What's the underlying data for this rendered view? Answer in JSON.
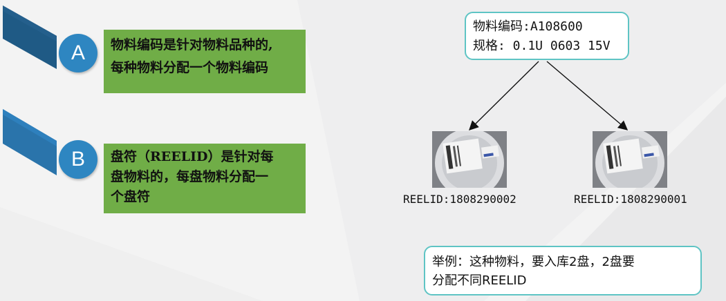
{
  "colors": {
    "ribbon_dark": "#1f5a85",
    "ribbon_light": "#2e86c1",
    "green_box": "#70ad47",
    "callout_border": "#5ec4c4"
  },
  "points": [
    {
      "letter": "A",
      "lines": [
        "物料编码是针对物料品种的,",
        "每种物料分配一个物料编码"
      ]
    },
    {
      "letter": "B",
      "lines": [
        "盘符（REELID）是针对每",
        "盘物料的，每盘物料分配一",
        "个盘符"
      ]
    }
  ],
  "material_box": {
    "lines": [
      "物料编码:A108600",
      "规格: 0.1U 0603 15V"
    ]
  },
  "reels": [
    {
      "label": "REELID:1808290002",
      "image": "component-reel-photo"
    },
    {
      "label": "REELID:1808290001",
      "image": "component-reel-photo"
    }
  ],
  "example_box": {
    "lines": [
      "举例：这种物料，要入库2盘，2盘要",
      "分配不同REELID"
    ]
  }
}
